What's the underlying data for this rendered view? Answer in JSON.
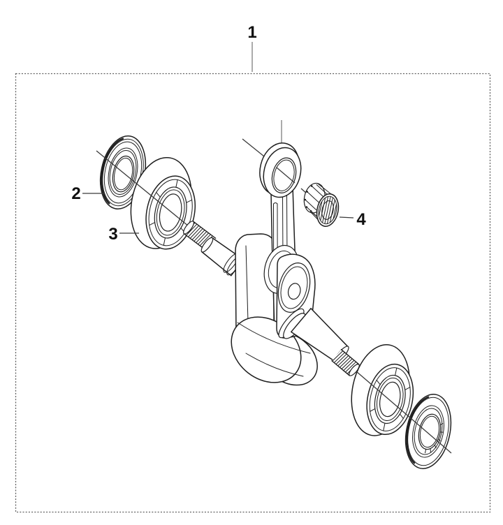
{
  "figure": {
    "type": "exploded-parts-diagram",
    "callouts": [
      {
        "label": "1"
      },
      {
        "label": "2"
      },
      {
        "label": "3"
      },
      {
        "label": "4"
      }
    ]
  },
  "colors": {
    "background": "#ffffff",
    "line": "#1f1f1f",
    "leader": "#3a3a3a",
    "leader_light": "#8f8f8f",
    "border": "#5f5f5f",
    "label": "#101010"
  }
}
